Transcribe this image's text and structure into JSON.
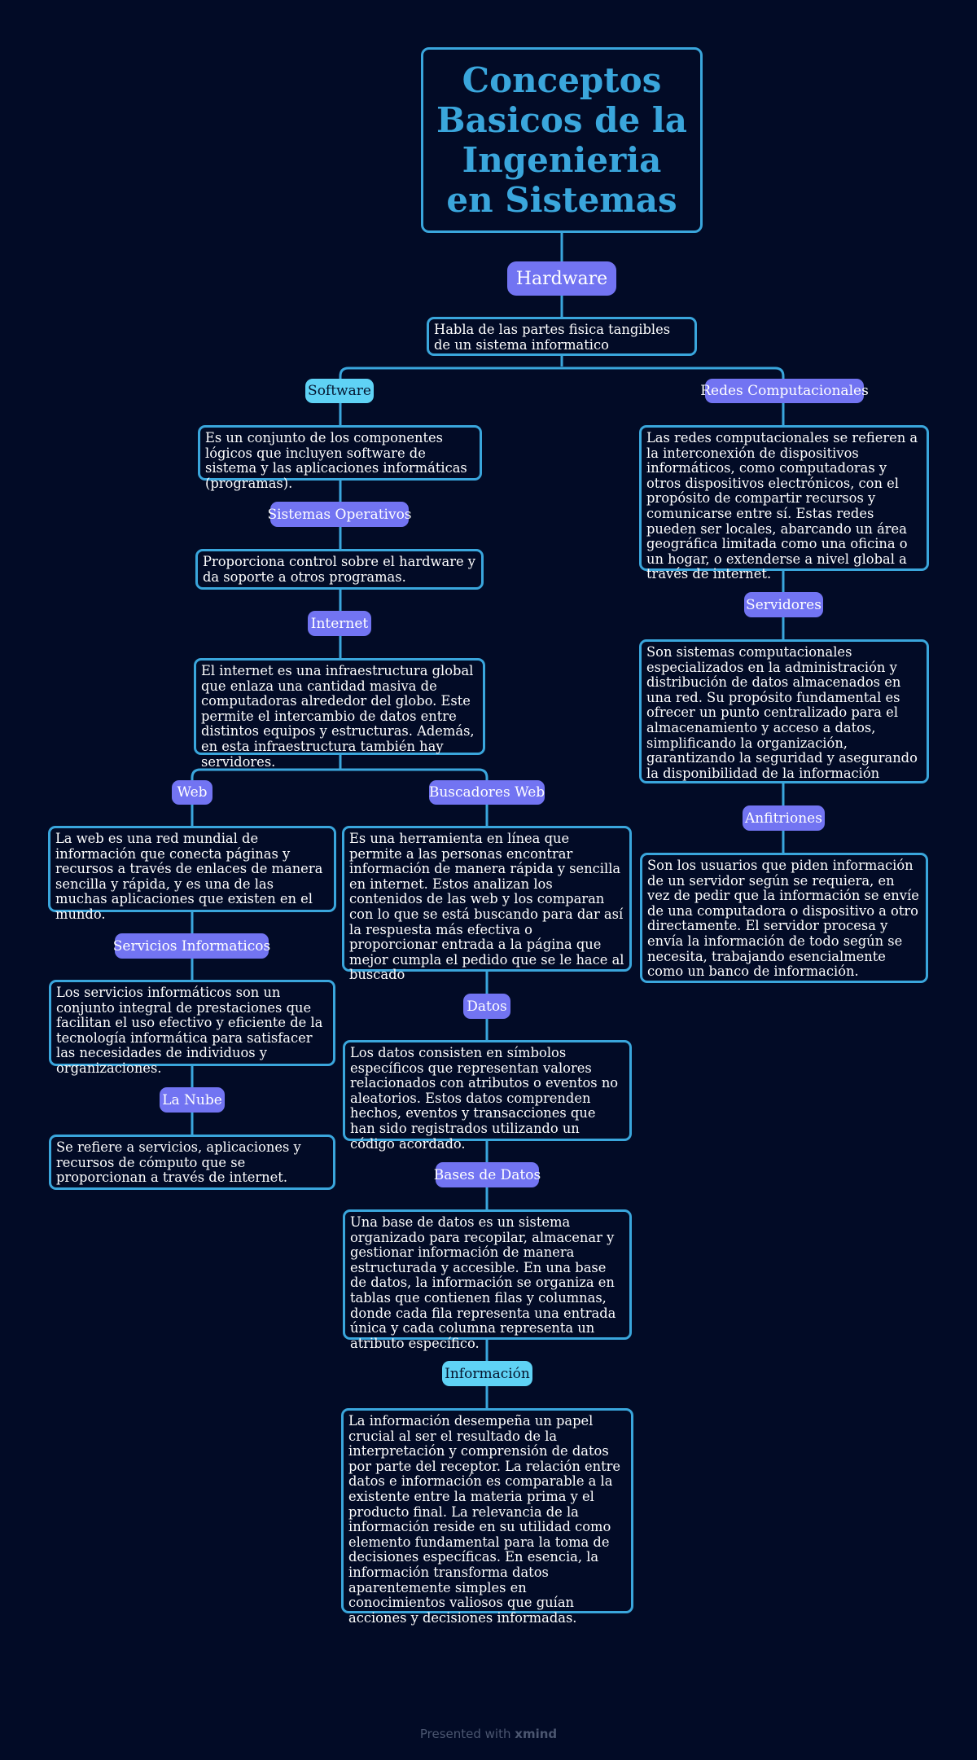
{
  "title": "Conceptos Basicos de la Ingenieria en Sistemas",
  "hardware": {
    "label": "Hardware",
    "description": "Habla de las partes fisica tangibles de un sistema informatico"
  },
  "software": {
    "label": "Software",
    "description": " Es un conjunto de los componentes lógicos que incluyen software de sistema y las aplicaciones informáticas (programas)."
  },
  "sistemas_operativos": {
    "label": "Sistemas Operativos",
    "description": "Proporciona control sobre el hardware y da soporte a otros programas."
  },
  "internet": {
    "label": "Internet",
    "description": "El internet es una infraestructura global que enlaza una cantidad masiva de computadoras alrededor del globo. Este permite el intercambio de datos entre distintos equipos y estructuras. Además, en esta infraestructura también hay servidores."
  },
  "web": {
    "label": "Web",
    "description": " La web es una red mundial de información que conecta páginas y recursos a través de enlaces de manera sencilla y rápida, y es una de las muchas aplicaciones que existen en el mundo."
  },
  "servicios_informaticos": {
    "label": "Servicios Informaticos",
    "description": "Los servicios informáticos son un conjunto integral de prestaciones que facilitan el uso efectivo y eficiente de la tecnología informática para satisfacer las necesidades de individuos y organizaciones."
  },
  "la_nube": {
    "label": "La Nube",
    "description": " Se refiere a servicios, aplicaciones y recursos de cómputo que se proporcionan a través de internet."
  },
  "buscadores_web": {
    "label": "Buscadores Web",
    "description": "Es una herramienta en línea que permite a las personas encontrar información de manera rápida y sencilla en internet. Estos analizan los contenidos de las web y los comparan con lo que se está buscando para dar así la respuesta más efectiva o proporcionar entrada a la página que mejor cumpla el pedido que se le hace al buscado"
  },
  "datos": {
    "label": "Datos",
    "description": " Los datos consisten en símbolos específicos que representan valores relacionados con atributos o eventos no aleatorios. Estos datos comprenden hechos, eventos y transacciones que han sido registrados utilizando un código acordado."
  },
  "bases_de_datos": {
    "label": "Bases de Datos",
    "description": "Una base de datos es un sistema organizado para recopilar, almacenar y gestionar información de manera estructurada y accesible. En una base de datos, la información se organiza en tablas que contienen filas y columnas, donde cada fila representa una entrada única y cada columna representa un atributo específico."
  },
  "informacion": {
    "label": "Información",
    "description": " La información desempeña un papel crucial al ser el resultado de la interpretación y comprensión de datos por parte del receptor. La relación entre datos e información es comparable a la existente entre la materia prima y el producto final. La relevancia de la información reside en su utilidad como elemento fundamental para la toma de decisiones específicas. En esencia, la información transforma datos aparentemente simples en conocimientos valiosos que guían acciones y decisiones informadas."
  },
  "redes_computacionales": {
    "label": "Redes Computacionales",
    "description": "Las redes computacionales se refieren a la interconexión de dispositivos informáticos, como computadoras y otros dispositivos electrónicos, con el propósito de compartir recursos y comunicarse entre sí. Estas redes pueden ser locales, abarcando un área geográfica limitada como una oficina o un hogar, o extenderse a nivel global a través de internet."
  },
  "servidores": {
    "label": "Servidores",
    "description": "Son sistemas computacionales especializados en la administración y distribución de datos almacenados en una red. Su propósito fundamental es ofrecer un punto centralizado para el almacenamiento y acceso a datos, simplificando la organización, garantizando la seguridad y asegurando la disponibilidad de la información"
  },
  "anfitriones": {
    "label": "Anfitriones",
    "description": " Son los usuarios que piden información de un servidor según se requiera, en vez de pedir que la información se envíe de una computadora o dispositivo a otro directamente. El servidor procesa y envía la información de todo según se necesita, trabajando esencialmente como un banco de información."
  },
  "footer": {
    "prefix": "Presented with",
    "brand": "xmind"
  },
  "colors": {
    "background": "#020b26",
    "line": "#3aa6dc",
    "topic": "#7274f2",
    "topic_light": "#5fd2f5"
  }
}
